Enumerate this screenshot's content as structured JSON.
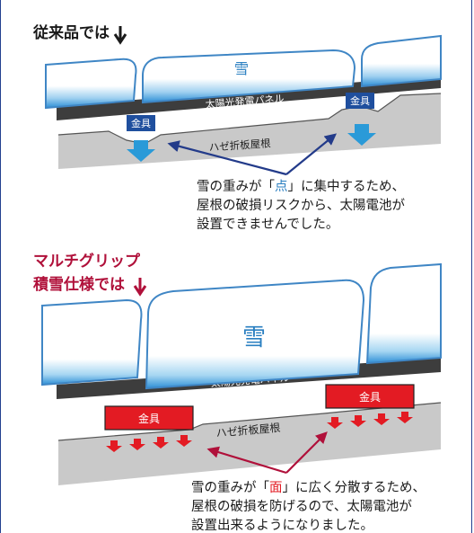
{
  "conventional": {
    "heading": "従来品では",
    "snow_label": "雪",
    "panel_label": "太陽光発電パネル",
    "roof_label": "ハゼ折板屋根",
    "bracket_label": "金具",
    "caption": {
      "before": "雪の重みが「",
      "highlight": "点",
      "after": "」に集中するため、",
      "line2": "屋根の破損リスクから、太陽電池が",
      "line3": "設置できませんでした。"
    }
  },
  "multigrip": {
    "heading_line1": "マルチグリップ",
    "heading_line2": "積雪仕様では",
    "snow_label": "雪",
    "panel_label": "太陽光発電パネル",
    "roof_label": "ハゼ折板屋根",
    "bracket_label": "金具",
    "caption": {
      "before": "雪の重みが「",
      "highlight": "面",
      "after": "」に広く分散するため、",
      "line2": "屋根の破損を防げるので、太陽電池が",
      "line3": "設置出来るようになりました。"
    }
  },
  "colors": {
    "heading_red": "#b0103a",
    "bracket_blue": "#1f4f9e",
    "bracket_red": "#e31b23",
    "arrow_navy": "#233b8a",
    "arrow_lightblue": "#2a9ad8",
    "snow_edge": "#3f86c5"
  }
}
